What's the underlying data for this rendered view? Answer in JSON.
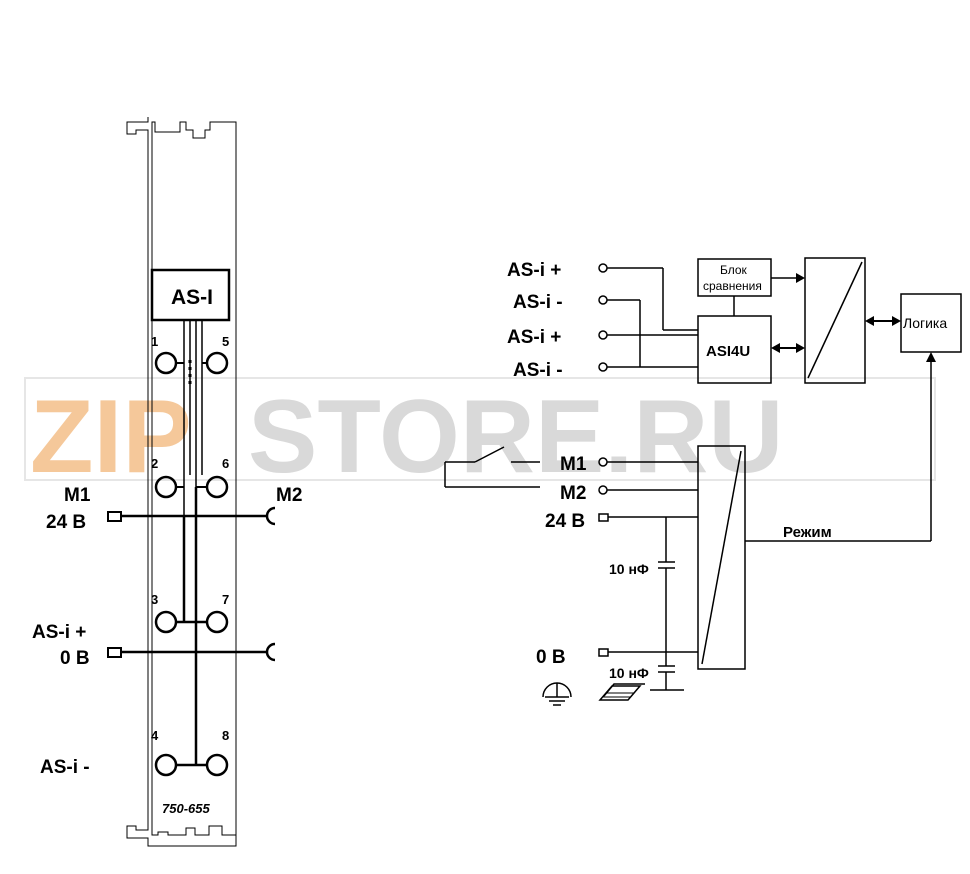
{
  "module": {
    "chip_label": "AS-I",
    "part_number": "750-655",
    "terminals": [
      "1",
      "2",
      "3",
      "4",
      "5",
      "6",
      "7",
      "8"
    ],
    "left_labels": {
      "m1": "M1",
      "v24": "24 В",
      "asi_plus": "AS-i +",
      "v0": "0 В",
      "asi_minus": "AS-i -"
    },
    "right_labels": {
      "m2": "M2"
    }
  },
  "schematic": {
    "inputs": [
      "AS-i +",
      "AS-i -",
      "AS-i +",
      "AS-i -"
    ],
    "m1": "M1",
    "m2": "M2",
    "v24": "24 В",
    "v0": "0 В",
    "cap_top": "10 нФ",
    "cap_bottom": "10 нФ",
    "comparator_line1": "Блок",
    "comparator_line2": "сравнения",
    "asic": "ASI4U",
    "logic": "Логика",
    "mode": "Режим"
  },
  "watermark": {
    "part1": "ZIP",
    "part2": "STORE.RU",
    "color1": "#f5c89a",
    "color2": "#d9d9d9"
  }
}
